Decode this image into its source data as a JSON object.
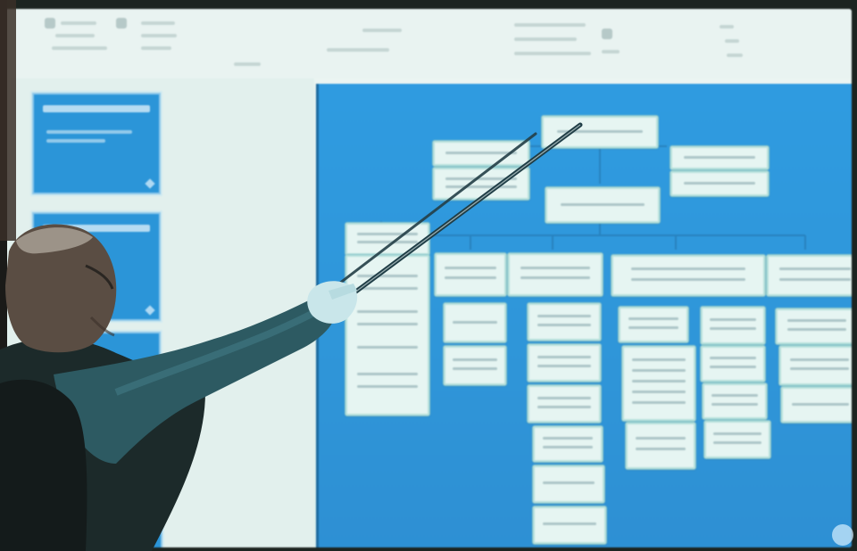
{
  "colors": {
    "screen": "#e4f1ee",
    "slide_background": "#2f9be0",
    "org_box": "#e6f5f2",
    "thumbnail": "#2b95d8",
    "pointer": "#1f3d46"
  },
  "icons": [
    "pointer-stick",
    "slide-thumbnail",
    "org-chart-box"
  ]
}
